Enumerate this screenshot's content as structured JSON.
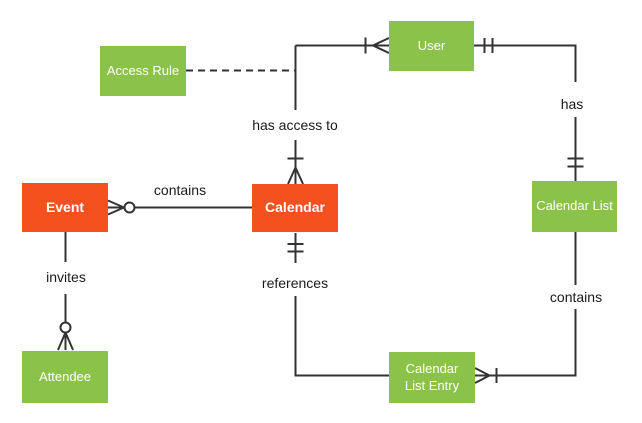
{
  "diagram_type": "entity-relationship",
  "colors": {
    "entity_orange": "#F4511E",
    "entity_green": "#8BC34A",
    "entity_text": "#FFFFFF",
    "line": "#333333",
    "label_text": "#1A1A1A",
    "background": "#FFFFFF"
  },
  "entities": {
    "event": {
      "label": "Event",
      "color": "#F4511E"
    },
    "calendar": {
      "label": "Calendar",
      "color": "#F4511E"
    },
    "access_rule": {
      "label": "Access Rule",
      "color": "#8BC34A"
    },
    "user": {
      "label": "User",
      "color": "#8BC34A"
    },
    "calendar_list": {
      "label": "Calendar List",
      "color": "#8BC34A"
    },
    "calendar_list_entry": {
      "label": "Calendar List Entry",
      "color": "#8BC34A"
    },
    "attendee": {
      "label": "Attendee",
      "color": "#8BC34A"
    }
  },
  "relationships": {
    "contains_event": {
      "label": "contains",
      "from": "Calendar",
      "to": "Event",
      "event_end": "zero-or-many",
      "calendar_end": "plain"
    },
    "invites": {
      "label": "invites",
      "from": "Event",
      "to": "Attendee",
      "attendee_end": "zero-or-many",
      "event_end": "plain"
    },
    "has_access_to": {
      "label": "has access to",
      "from": "User",
      "to": "Calendar",
      "calendar_end": "one-or-many",
      "user_end": "one-or-many"
    },
    "has": {
      "label": "has",
      "from": "User",
      "to": "Calendar List",
      "user_end": "exactly-one",
      "calendar_list_end": "exactly-one"
    },
    "contains_list": {
      "label": "contains",
      "from": "Calendar List",
      "to": "Calendar List Entry",
      "entry_end": "one-or-many",
      "calendar_list_end": "plain"
    },
    "references": {
      "label": "references",
      "from": "Calendar List Entry",
      "to": "Calendar",
      "calendar_end": "exactly-one",
      "entry_end": "plain"
    },
    "access_rule_link": {
      "label": "",
      "style": "dashed",
      "from": "Access Rule",
      "to": "has access to line"
    }
  }
}
